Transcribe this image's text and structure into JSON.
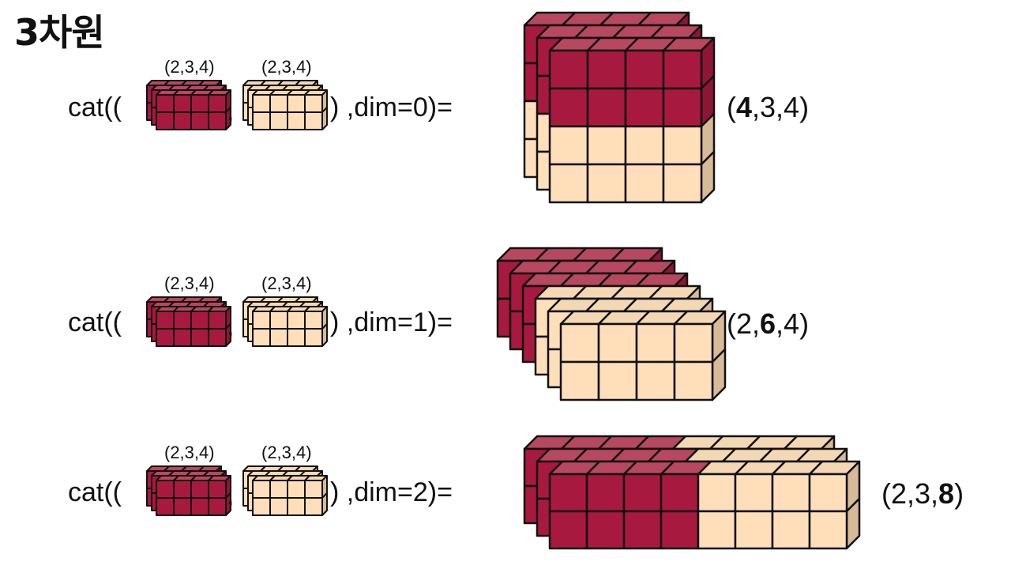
{
  "title": "3차원",
  "colors": {
    "red_front": "#A8193F",
    "red_top": "#B7485F",
    "red_side": "#8E1535",
    "beige_front": "#FEDFBA",
    "beige_top": "#F4D8B4",
    "beige_side": "#D7BA98",
    "stroke": "#111111"
  },
  "rows": [
    {
      "prefix": "cat((",
      "comma": ",",
      "suffix": ") ,dim=0)=",
      "input_a_shape": "(2,3,4)",
      "input_b_shape": "(2,3,4)",
      "result_open": "(",
      "result_bold": "4",
      "result_rest": ",3,4)",
      "result_pre": ""
    },
    {
      "prefix": "cat((",
      "comma": ",",
      "suffix": ") ,dim=1)=",
      "input_a_shape": "(2,3,4)",
      "input_b_shape": "(2,3,4)",
      "result_open": "(2,",
      "result_bold": "6",
      "result_rest": ",4)",
      "result_pre": ""
    },
    {
      "prefix": "cat((",
      "comma": ",",
      "suffix": ") ,dim=2)=",
      "input_a_shape": "(2,3,4)",
      "input_b_shape": "(2,3,4)",
      "result_open": "(2,3,",
      "result_bold": "8",
      "result_rest": ")",
      "result_pre": ""
    }
  ]
}
